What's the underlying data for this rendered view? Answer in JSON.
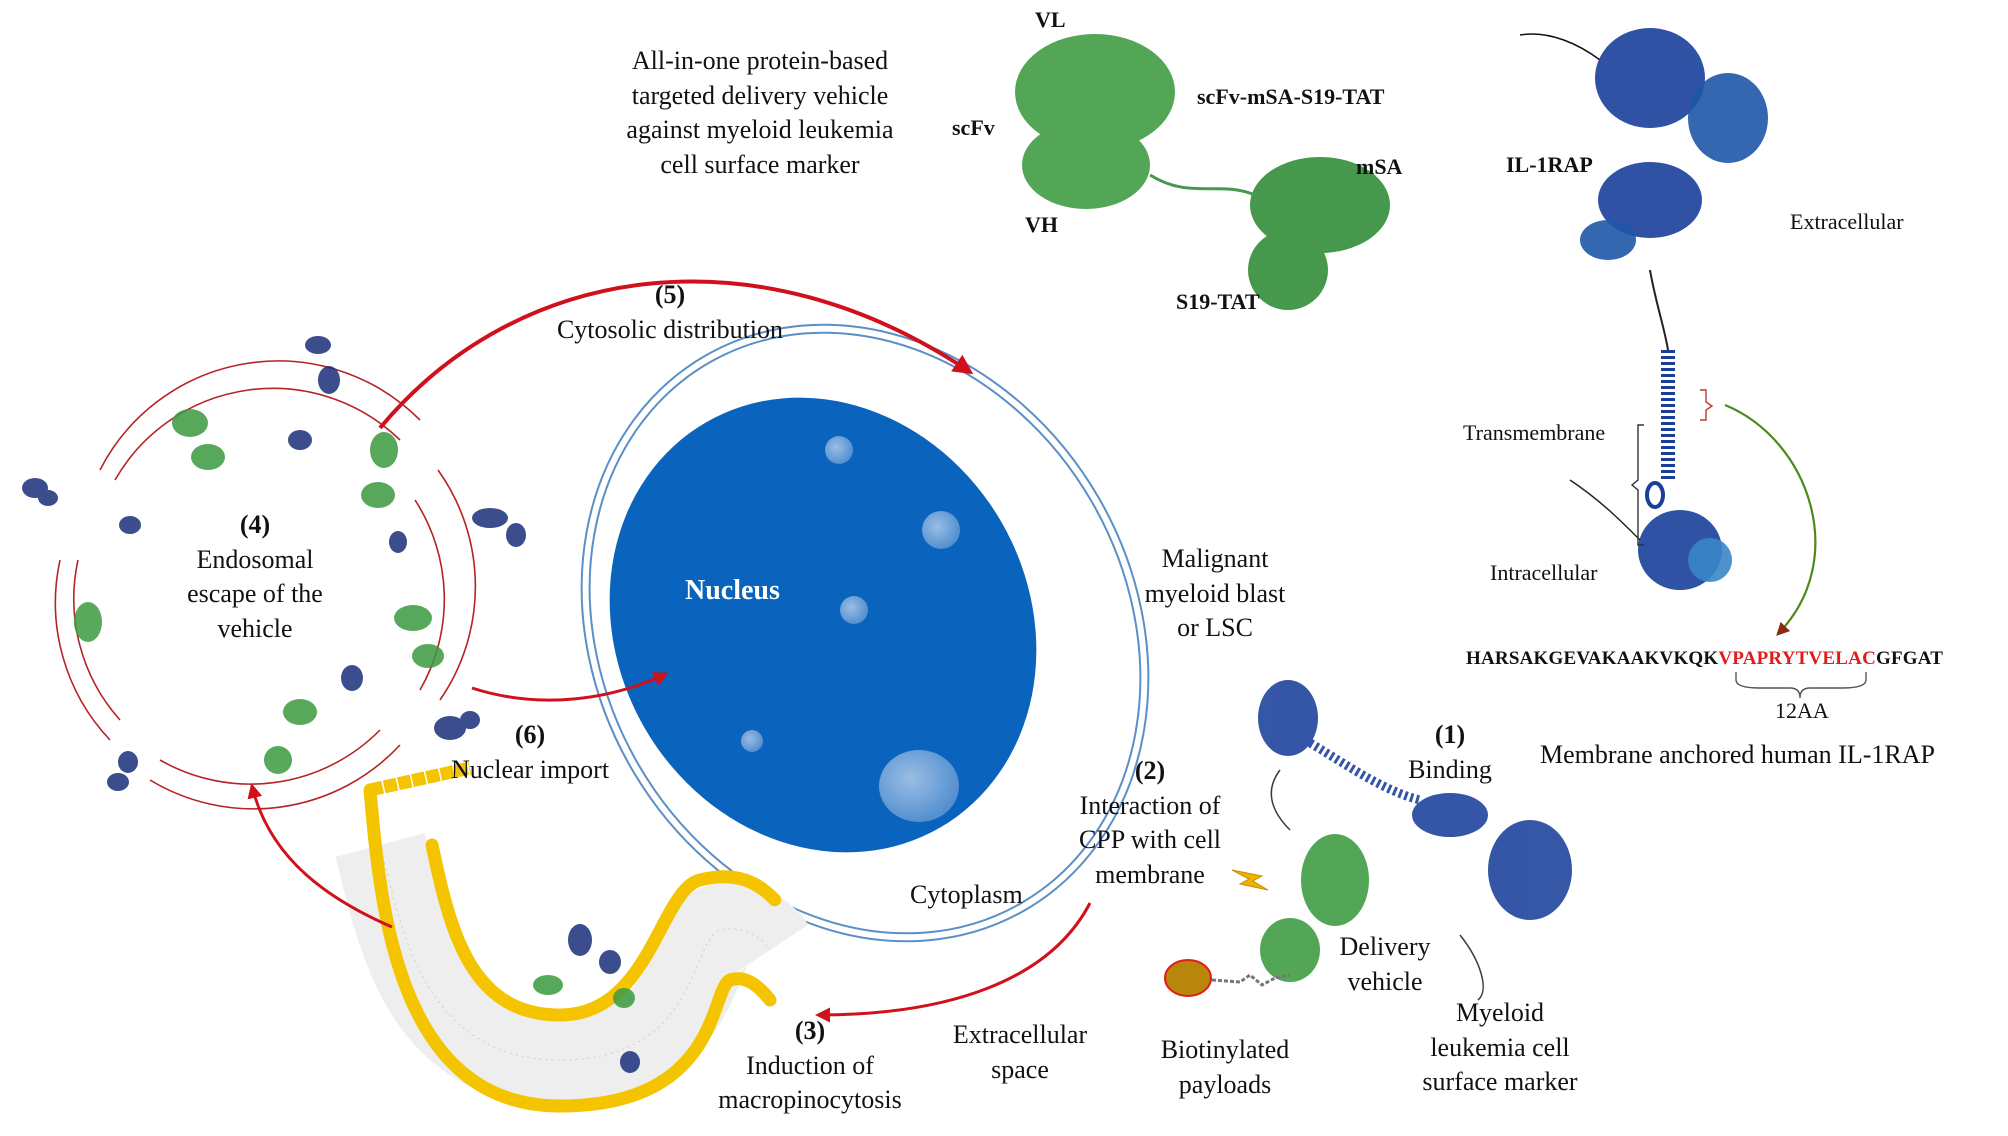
{
  "header": {
    "vehicle_title_lines": [
      "All-in-one protein-based",
      "targeted delivery vehicle",
      "against myeloid leukemia",
      "cell surface marker"
    ]
  },
  "structure_labels": {
    "vl": "VL",
    "scfv": "scFv",
    "vh": "VH",
    "construct": "scFv-mSA-S19-TAT",
    "msa": "mSA",
    "s19_tat": "S19-TAT",
    "il1rap": "IL-1RAP",
    "extracellular": "Extracellular",
    "transmembrane": "Transmembrane",
    "intracellular": "Intracellular"
  },
  "sequence": {
    "prefix": "HARSAKGEVAKAAKVKQK",
    "highlight": "VPAPRYTVELAC",
    "suffix": "GFGAT",
    "brace_label": "12AA",
    "caption": "Membrane anchored human IL-1RAP"
  },
  "steps": {
    "s1": {
      "number": "(1)",
      "label": "Binding"
    },
    "s2": {
      "number": "(2)",
      "lines": [
        "Interaction of",
        "CPP with cell",
        "membrane"
      ]
    },
    "s3": {
      "number": "(3)",
      "lines": [
        "Induction of",
        "macropinocytosis"
      ]
    },
    "s4": {
      "number": "(4)",
      "lines": [
        "Endosomal",
        "escape of the",
        "vehicle"
      ]
    },
    "s5": {
      "number": "(5)",
      "label": "Cytosolic distribution"
    },
    "s6": {
      "number": "(6)",
      "label": "Nuclear import"
    }
  },
  "cell_labels": {
    "nucleus": "Nucleus",
    "cell_type_lines": [
      "Malignant",
      "myeloid blast",
      "or LSC"
    ],
    "cytoplasm": "Cytoplasm",
    "extracellular_lines": [
      "Extracellular",
      "space"
    ],
    "delivery_vehicle_lines": [
      "Delivery",
      "vehicle"
    ],
    "payload_lines": [
      "Biotinylated",
      "payloads"
    ],
    "marker_lines": [
      "Myeloid",
      "leukemia cell",
      "surface marker"
    ]
  },
  "colors": {
    "arrow_red": "#d0111b",
    "nucleus_blue": "#0a64bd",
    "membrane_blue": "#5b8fc6",
    "protein_green": "#3b9a3f",
    "protein_navy": "#1a2f7a",
    "lipid_yellow": "#f5c400",
    "endosome_line": "#b52424",
    "sequence_red": "#e31b1b",
    "arrow_green": "#4e8a1a",
    "payload_brown": "#b8860b"
  }
}
